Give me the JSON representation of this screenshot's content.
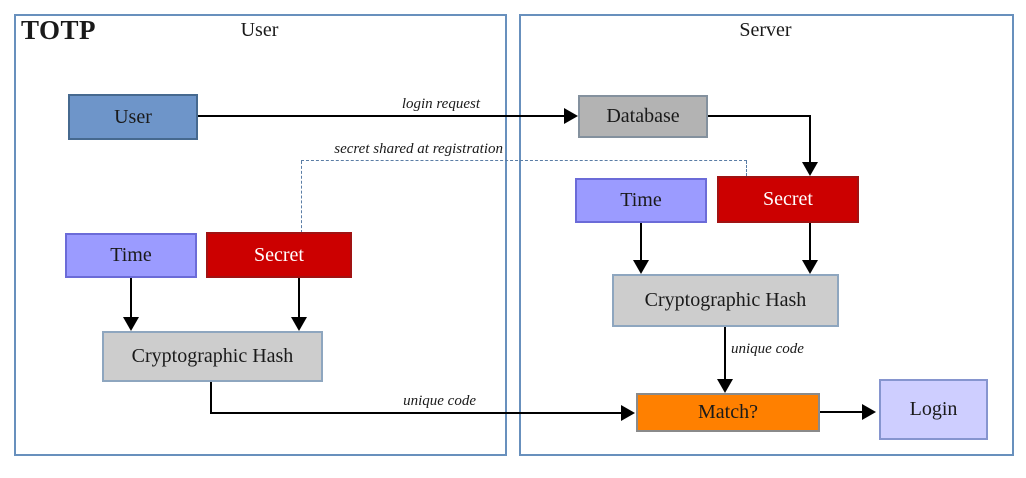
{
  "diagram_title": "TOTP",
  "lanes": {
    "user": {
      "label": "User"
    },
    "server": {
      "label": "Server"
    }
  },
  "nodes": {
    "user_actor": {
      "label": "User",
      "fill": "#6e95c9"
    },
    "user_time": {
      "label": "Time",
      "fill": "#9b9bff"
    },
    "user_secret": {
      "label": "Secret",
      "fill": "#cc0000"
    },
    "user_hash": {
      "label": "Cryptographic Hash",
      "fill": "#cdcdcd"
    },
    "server_database": {
      "label": "Database",
      "fill": "#b3b3b3"
    },
    "server_time": {
      "label": "Time",
      "fill": "#9b9bff"
    },
    "server_secret": {
      "label": "Secret",
      "fill": "#cc0000"
    },
    "server_hash": {
      "label": "Cryptographic Hash",
      "fill": "#cdcdcd"
    },
    "server_match": {
      "label": "Match?",
      "fill": "#ff8000"
    },
    "server_login": {
      "label": "Login",
      "fill": "#ceceff"
    }
  },
  "edge_labels": {
    "login_request": "login request",
    "secret_shared": "secret shared at registration",
    "unique_code_user": "unique code",
    "unique_code_server": "unique code"
  },
  "colors": {
    "lane_border": "#6890bd",
    "connector_line": "#000000",
    "dashed_link": "#5a7da5",
    "secret_text": "#ffffff"
  }
}
